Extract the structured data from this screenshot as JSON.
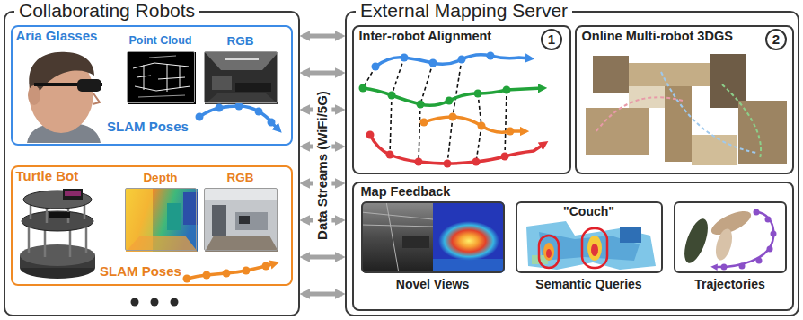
{
  "diagram": {
    "nodes": [
      {
        "text": [
          "Collaborating Robots"
        ]
      },
      {
        "text": [
          "Aria Glasses",
          "SLAM Poses"
        ],
        "in": 0
      },
      {
        "text": [
          "Point Cloud"
        ],
        "in": 1
      },
      {
        "text": [
          "RGB"
        ],
        "in": 1
      },
      {
        "text": [
          "Turtle Bot",
          "SLAM Poses"
        ],
        "in": 0
      },
      {
        "text": [
          "Depth"
        ],
        "in": 4
      },
      {
        "text": [
          "RGB"
        ],
        "in": 4
      },
      {
        "text": [
          "External Mapping Server"
        ]
      },
      {
        "text": [
          "Inter-robot Alignment"
        ],
        "in": 7
      },
      {
        "text": [
          "Online Multi-robot 3DGS"
        ],
        "in": 7
      },
      {
        "text": [
          "Map Feedback"
        ],
        "in": 7
      },
      {
        "text": [
          "Novel Views"
        ],
        "in": 10
      },
      {
        "text": [
          "\"Couch\"",
          "Semantic Queries"
        ],
        "in": 10
      },
      {
        "text": [
          "Trajectories"
        ],
        "in": 10
      }
    ],
    "edges": [
      {
        "from": 0,
        "to": 7,
        "arrow": "both"
      },
      {
        "from": 0,
        "to": 7,
        "arrow": "both"
      },
      {
        "from": 0,
        "to": 7,
        "arrow": "both"
      },
      {
        "from": 0,
        "to": 7,
        "arrow": "both"
      },
      {
        "from": 0,
        "to": 7,
        "arrow": "both"
      },
      {
        "from": 0,
        "to": 7,
        "arrow": "both"
      },
      {
        "from": 0,
        "to": 7,
        "arrow": "both"
      },
      {
        "from": 0,
        "to": 7,
        "arrow": "both"
      }
    ],
    "labels": [
      "1",
      "2",
      "Data Streams (WiFi/5G)"
    ]
  }
}
